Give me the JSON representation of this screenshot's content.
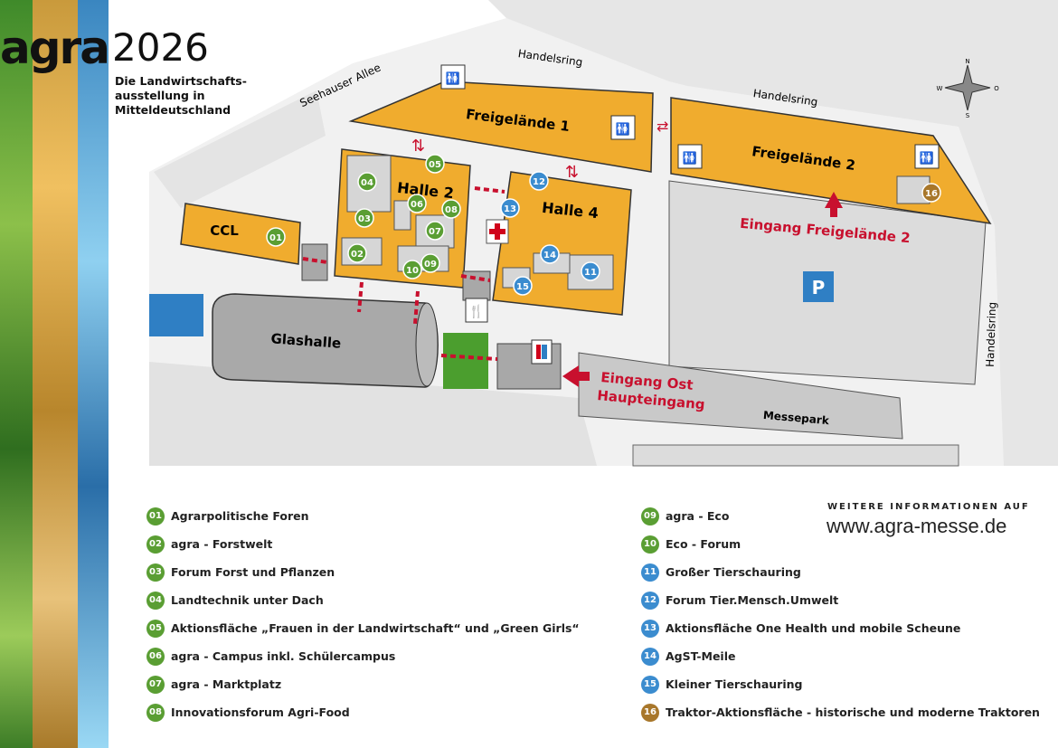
{
  "header": {
    "logo": "agra",
    "year": "2026",
    "tagline": "Die Landwirtschafts-ausstellung in Mitteldeutschland"
  },
  "map": {
    "streets": {
      "handelsring_1": "Handelsring",
      "handelsring_2": "Handelsring",
      "handelsring_3": "Handelsring",
      "seehauser_allee": "Seehauser Allee"
    },
    "areas": {
      "freigelaende_1": "Freigelände 1",
      "freigelaende_2": "Freigelände 2",
      "halle_2": "Halle 2",
      "halle_4": "Halle 4",
      "ccl": "CCL",
      "glashalle": "Glashalle",
      "messepark": "Messepark",
      "parking": "P"
    },
    "entrances": {
      "freigelaende_2": "Eingang Freigelände 2",
      "ost_1": "Eingang Ost",
      "ost_2": "Haupteingang"
    },
    "compass": {
      "n": "N",
      "s": "S",
      "w": "W",
      "o": "O"
    },
    "markers": [
      "01",
      "02",
      "03",
      "04",
      "05",
      "06",
      "07",
      "08",
      "09",
      "10",
      "11",
      "12",
      "13",
      "14",
      "15",
      "16"
    ]
  },
  "colors": {
    "green": "#5a9e33",
    "blue": "#3b8ccf",
    "brown": "#a8772b",
    "orange": "#f0ac2e",
    "red": "#c8102e"
  },
  "legend": [
    {
      "num": "01",
      "label": "Agrarpolitische Foren",
      "color": "green"
    },
    {
      "num": "02",
      "label": "agra - Forstwelt",
      "color": "green"
    },
    {
      "num": "03",
      "label": "Forum Forst und Pflanzen",
      "color": "green"
    },
    {
      "num": "04",
      "label": "Landtechnik unter Dach",
      "color": "green"
    },
    {
      "num": "05",
      "label": "Aktionsfläche „Frauen in der Landwirtschaft“ und „Green Girls“",
      "color": "green"
    },
    {
      "num": "06",
      "label": "agra - Campus inkl. Schülercampus",
      "color": "green"
    },
    {
      "num": "07",
      "label": "agra - Marktplatz",
      "color": "green"
    },
    {
      "num": "08",
      "label": "Innovationsforum Agri-Food",
      "color": "green"
    },
    {
      "num": "09",
      "label": "agra - Eco",
      "color": "green"
    },
    {
      "num": "10",
      "label": "Eco - Forum",
      "color": "green"
    },
    {
      "num": "11",
      "label": "Großer Tierschauring",
      "color": "blue"
    },
    {
      "num": "12",
      "label": "Forum Tier.Mensch.Umwelt",
      "color": "blue"
    },
    {
      "num": "13",
      "label": "Aktionsfläche One Health und mobile Scheune",
      "color": "blue"
    },
    {
      "num": "14",
      "label": "AgST-Meile",
      "color": "blue"
    },
    {
      "num": "15",
      "label": "Kleiner Tierschauring",
      "color": "blue"
    },
    {
      "num": "16",
      "label": "Traktor-Aktionsfläche - historische und moderne Traktoren",
      "color": "brown"
    }
  ],
  "info": {
    "more": "WEITERE INFORMATIONEN AUF",
    "url": "www.agra-messe.de"
  }
}
